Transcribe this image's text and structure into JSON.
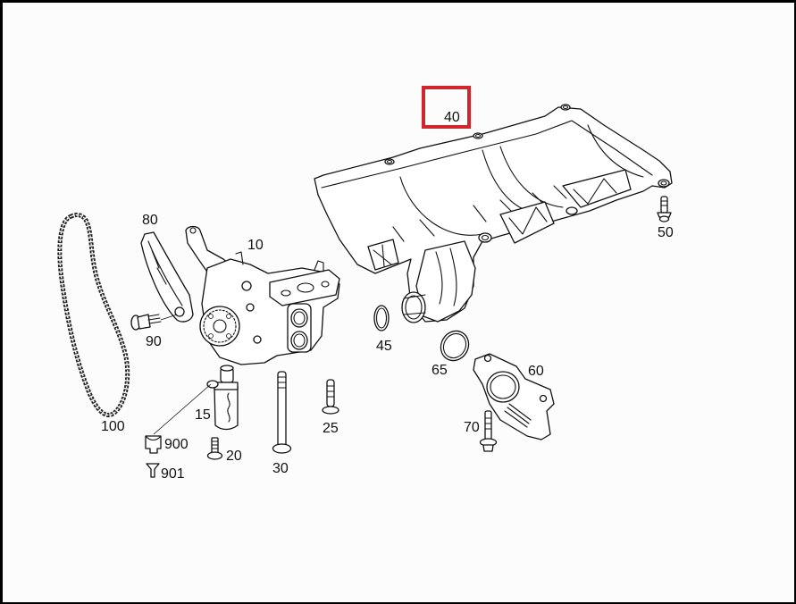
{
  "diagram": {
    "type": "exploded parts diagram",
    "highlight_color": "#d0262e",
    "highlighted_part": "40",
    "parts": [
      {
        "id": "p10",
        "label": "10",
        "name": "oil pump"
      },
      {
        "id": "p15",
        "label": "15",
        "name": "solenoid valve"
      },
      {
        "id": "p20",
        "label": "20",
        "name": "screw"
      },
      {
        "id": "p25",
        "label": "25",
        "name": "bolt"
      },
      {
        "id": "p30",
        "label": "30",
        "name": "long bolt"
      },
      {
        "id": "p40",
        "label": "40",
        "name": "oil pan baffle / intake"
      },
      {
        "id": "p45",
        "label": "45",
        "name": "o-ring"
      },
      {
        "id": "p50",
        "label": "50",
        "name": "flange bolt"
      },
      {
        "id": "p60",
        "label": "60",
        "name": "bracket / housing"
      },
      {
        "id": "p65",
        "label": "65",
        "name": "o-ring"
      },
      {
        "id": "p70",
        "label": "70",
        "name": "flange bolt"
      },
      {
        "id": "p80",
        "label": "80",
        "name": "tensioner rail"
      },
      {
        "id": "p90",
        "label": "90",
        "name": "shoulder bolt"
      },
      {
        "id": "p100",
        "label": "100",
        "name": "drive chain"
      },
      {
        "id": "p900",
        "label": "900",
        "name": "connector"
      },
      {
        "id": "p901",
        "label": "901",
        "name": "retaining clip"
      }
    ]
  },
  "labels": {
    "l10": "10",
    "l15": "15",
    "l20": "20",
    "l25": "25",
    "l30": "30",
    "l40": "40",
    "l45": "45",
    "l50": "50",
    "l60": "60",
    "l65": "65",
    "l70": "70",
    "l80": "80",
    "l90": "90",
    "l100": "100",
    "l900": "900",
    "l901": "901"
  }
}
